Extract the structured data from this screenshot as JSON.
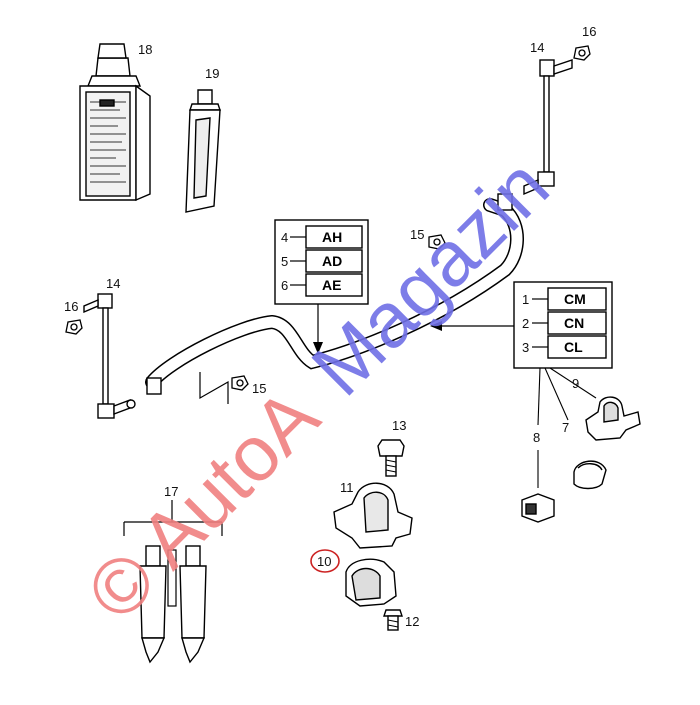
{
  "diagram": {
    "part_numbers": {
      "p18": "18",
      "p19": "19",
      "p14a": "14",
      "p16a": "16",
      "p15a": "15",
      "p14b": "14",
      "p16b": "16",
      "p15b": "15",
      "p9": "9",
      "p7": "7",
      "p8": "8",
      "p13": "13",
      "p11": "11",
      "p10": "10",
      "p12": "12",
      "p17": "17"
    },
    "code_box_left": {
      "rows": [
        {
          "num": "4",
          "code": "AH"
        },
        {
          "num": "5",
          "code": "AD"
        },
        {
          "num": "6",
          "code": "AE"
        }
      ]
    },
    "code_box_right": {
      "rows": [
        {
          "num": "1",
          "code": "CM"
        },
        {
          "num": "2",
          "code": "CN"
        },
        {
          "num": "3",
          "code": "CL"
        }
      ]
    },
    "highlight_color": "#cc2222"
  },
  "watermark": {
    "part1": "© AutoA",
    "part2": "Magazin",
    "color1": "#f08080",
    "color2": "#6f6fe6"
  }
}
